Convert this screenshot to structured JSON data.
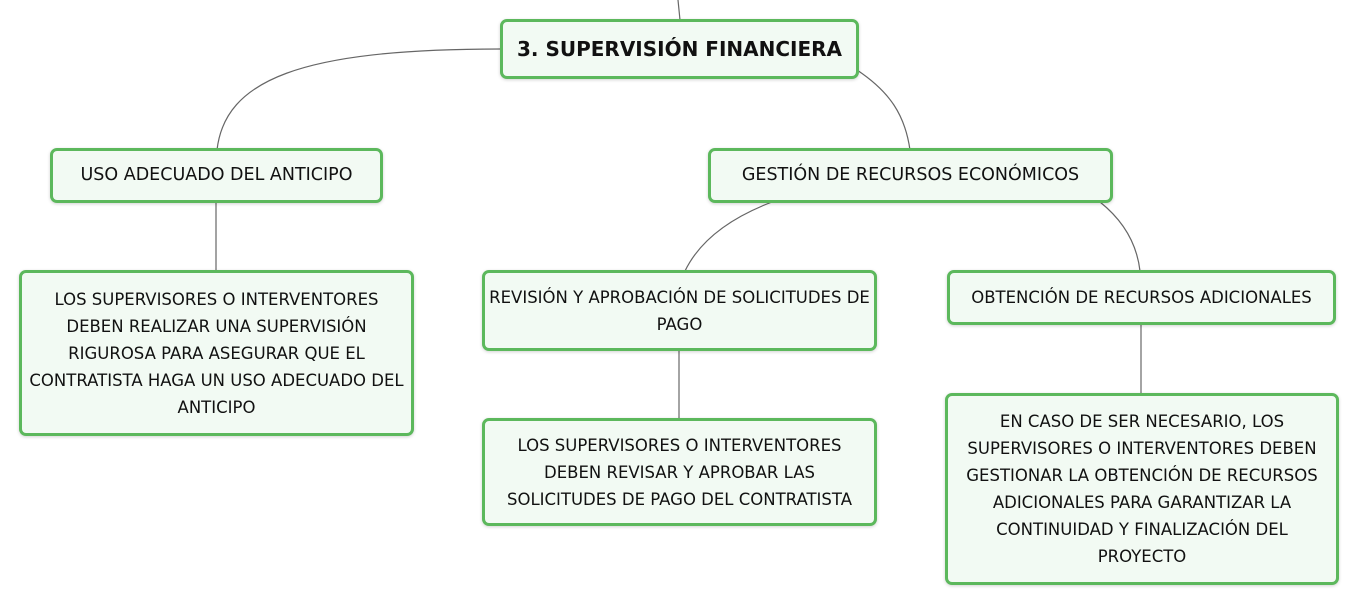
{
  "root": {
    "label": "3. SUPERVISIÓN FINANCIERA"
  },
  "branches": {
    "anticipo": {
      "label": "USO ADECUADO DEL ANTICIPO",
      "detail": "LOS SUPERVISORES O INTERVENTORES DEBEN REALIZAR UNA SUPERVISIÓN RIGUROSA PARA ASEGURAR QUE EL CONTRATISTA HAGA UN USO ADECUADO DEL ANTICIPO"
    },
    "gestion": {
      "label": "GESTIÓN DE RECURSOS ECONÓMICOS",
      "revision": {
        "label": "REVISIÓN Y APROBACIÓN DE SOLICITUDES DE PAGO",
        "detail": "LOS SUPERVISORES O INTERVENTORES DEBEN REVISAR Y APROBAR LAS SOLICITUDES DE PAGO DEL CONTRATISTA"
      },
      "obtencion": {
        "label": "OBTENCIÓN DE RECURSOS ADICIONALES",
        "detail": "EN CASO DE SER NECESARIO, LOS SUPERVISORES O INTERVENTORES DEBEN GESTIONAR LA OBTENCIÓN DE RECURSOS ADICIONALES PARA GARANTIZAR LA CONTINUIDAD Y FINALIZACIÓN DEL PROYECTO"
      }
    }
  },
  "colors": {
    "node_border": "#5cb85c",
    "node_fill": "#f2faf3",
    "connector": "#666666",
    "text": "#111111"
  }
}
